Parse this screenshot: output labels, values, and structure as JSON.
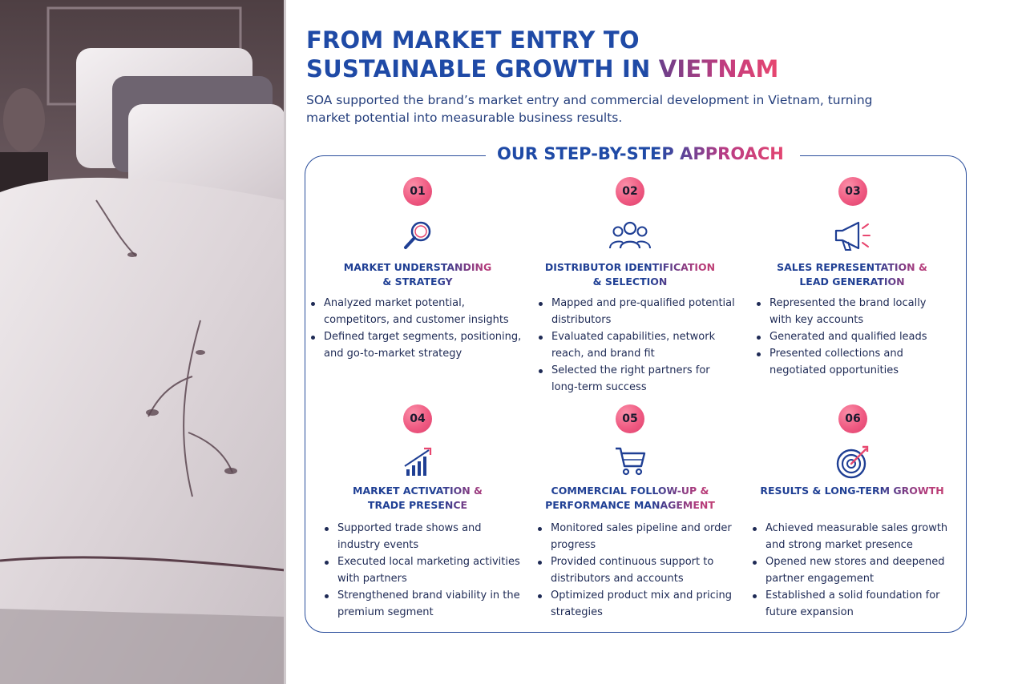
{
  "header": {
    "title_line1": "FROM MARKET ENTRY TO",
    "title_line2_main": "SUSTAINABLE GROWTH IN ",
    "title_line2_accent": "VIETNAM",
    "subtitle": "SOA supported the brand’s market entry and commercial development in Vietnam, turning market potential into measurable business results."
  },
  "approach": {
    "title": "OUR STEP-BY-STEP APPROACH",
    "steps": [
      {
        "number": "01",
        "icon": "magnifier-icon",
        "title_line1": "MARKET UNDERSTANDING",
        "title_line2": "& STRATEGY",
        "bullets": [
          "Analyzed market potential, competitors, and customer insights",
          "Defined target segments, positioning, and go-to-market strategy"
        ]
      },
      {
        "number": "02",
        "icon": "people-group-icon",
        "title_line1": "DISTRIBUTOR IDENTIFICATION",
        "title_line2": "& SELECTION",
        "bullets": [
          "Mapped and pre-qualified potential distributors",
          "Evaluated capabilities, network reach, and brand fit",
          "Selected the right partners for long-term success"
        ]
      },
      {
        "number": "03",
        "icon": "megaphone-icon",
        "title_line1": "SALES REPRESENTATION &",
        "title_line2": "LEAD GENERATION",
        "bullets": [
          "Represented the brand locally with key accounts",
          "Generated and qualified leads",
          "Presented collections and negotiated opportunities"
        ]
      },
      {
        "number": "04",
        "icon": "growth-chart-icon",
        "title_line1": "MARKET ACTIVATION &",
        "title_line2": "TRADE PRESENCE",
        "bullets": [
          "Supported trade shows and industry events",
          "Executed local marketing activities with partners",
          "Strengthened brand viability in the premium segment"
        ]
      },
      {
        "number": "05",
        "icon": "shopping-cart-icon",
        "title_line1": "COMMERCIAL FOLLOW-UP &",
        "title_line2": "PERFORMANCE MANAGEMENT",
        "bullets": [
          "Monitored sales pipeline and order progress",
          "Provided continuous support to distributors and accounts",
          "Optimized product mix and pricing strategies"
        ]
      },
      {
        "number": "06",
        "icon": "target-icon",
        "title_line1": "RESULTS & LONG-TERM GROWTH",
        "title_line2": "",
        "bullets": [
          "Achieved measurable sales growth and strong market presence",
          "Opened new stores and deepened partner engagement",
          "Established a solid foundation for future expansion"
        ]
      }
    ]
  },
  "colors": {
    "primary_blue": "#1f4aa6",
    "accent_pink": "#e8476f",
    "accent_purple": "#6a3f8a",
    "badge_pink": "#ef5a82"
  }
}
